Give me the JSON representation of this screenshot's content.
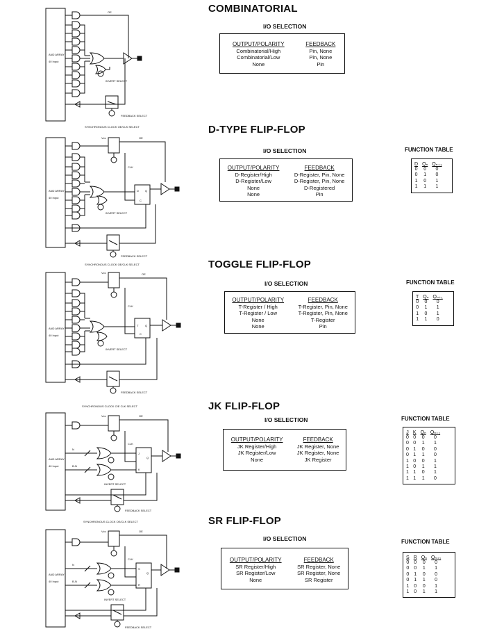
{
  "sections": [
    {
      "title": "COMBINATORIAL",
      "io_heading": "I/O SELECTION",
      "columns": [
        "OUTPUT/POLARITY",
        "FEEDBACK"
      ],
      "rows": [
        [
          "Combinatorial/High",
          "Pin, None"
        ],
        [
          "Combinatorial/Low",
          "Pin, None"
        ],
        [
          "None",
          "Pin"
        ]
      ],
      "schematic": {
        "array_label": "AND ARRAY",
        "input_label": "40 Input",
        "oe_label": "OE",
        "invert_label": "INVERT SELECT",
        "feedback_label": "FEEDBACK SELECT"
      }
    },
    {
      "title": "D-TYPE  FLIP-FLOP",
      "io_heading": "I/O SELECTION",
      "columns": [
        "OUTPUT/POLARITY",
        "FEEDBACK"
      ],
      "rows": [
        [
          "D-Register/High",
          "D-Register, Pin, None"
        ],
        [
          "D-Register/Low",
          "D-Register, Pin, None"
        ],
        [
          "None",
          "D-Registered"
        ],
        [
          "None",
          "Pin"
        ]
      ],
      "ft_heading": "FUNCTION TABLE",
      "ft_columns": [
        "D",
        "Qₙ",
        "Qₙ₊₁"
      ],
      "ft_rows": [
        [
          "0",
          "0",
          "0"
        ],
        [
          "0",
          "1",
          "0"
        ],
        [
          "1",
          "0",
          "1"
        ],
        [
          "1",
          "1",
          "1"
        ]
      ],
      "schematic": {
        "top_label": "SYNCHRONOUS CLOCK  OE/CLK SELECT",
        "vcc_label": "Vcc",
        "oe_label": "OE",
        "clk_label": "CLK",
        "array_label": "AND ARRAY",
        "input_label": "40 Input",
        "invert_label": "INVERT SELECT",
        "feedback_label": "FEEDBACK SELECT",
        "reg_pin_1": "D",
        "reg_pin_2": "Q",
        "reg_pin_3": "C"
      }
    },
    {
      "title": "TOGGLE FLIP-FLOP",
      "io_heading": "I/O SELECTION",
      "columns": [
        "OUTPUT/POLARITY",
        "FEEDBACK"
      ],
      "rows": [
        [
          "T-Register / High",
          "T-Register, Pin, None"
        ],
        [
          "T-Register / Low",
          "T-Register, Pin, None"
        ],
        [
          "None",
          "T-Register"
        ],
        [
          "None",
          "Pin"
        ]
      ],
      "ft_heading": "FUNCTION TABLE",
      "ft_columns": [
        "T",
        "Qₙ",
        "Qₙ₊₁"
      ],
      "ft_rows": [
        [
          "0",
          "0",
          "0"
        ],
        [
          "0",
          "1",
          "1"
        ],
        [
          "1",
          "0",
          "1"
        ],
        [
          "1",
          "1",
          "0"
        ]
      ],
      "schematic": {
        "top_label": "SYNCHRONOUS CLOCK  OE/CLK SELECT",
        "vcc_label": "Vcc",
        "oe_label": "OE",
        "clk_label": "CLK",
        "array_label": "AND ARRAY",
        "input_label": "40 Input",
        "invert_label": "INVERT SELECT",
        "feedback_label": "FEEDBACK SELECT",
        "reg_pin_1": "T",
        "reg_pin_2": "Q",
        "reg_pin_3": "C"
      }
    },
    {
      "title": "JK FLIP-FLOP",
      "io_heading": "I/O SELECTION",
      "columns": [
        "OUTPUT/POLARITY",
        "FEEDBACK"
      ],
      "rows": [
        [
          "JK Register/High",
          "JK Register, None"
        ],
        [
          "JK Register/Low",
          "JK Register, None"
        ],
        [
          "None",
          "JK Register"
        ]
      ],
      "ft_heading": "FUNCTION TABLE",
      "ft_columns": [
        "J",
        "K",
        "Qₙ",
        "Qₙ₊₁"
      ],
      "ft_rows": [
        [
          "0",
          "0",
          "0",
          "0"
        ],
        [
          "0",
          "0",
          "1",
          "1"
        ],
        [
          "0",
          "1",
          "0",
          "0"
        ],
        [
          "0",
          "1",
          "1",
          "0"
        ],
        [
          "1",
          "0",
          "0",
          "1"
        ],
        [
          "1",
          "0",
          "1",
          "1"
        ],
        [
          "1",
          "1",
          "0",
          "1"
        ],
        [
          "1",
          "1",
          "1",
          "0"
        ]
      ],
      "schematic": {
        "top_label": "SYNCHRONOUS CLOCK  O/E CLK SELECT",
        "vcc_label": "Vcc",
        "oe_label": "OE",
        "clk_label": "CLK",
        "array_label": "AND ARRAY",
        "input_label": "40 Input",
        "invert_label": "INVERT SELECT",
        "feedback_label": "FEEDBACK SELECT",
        "n_label": "N",
        "bn_label": "B-N",
        "reg_pin_1": "J",
        "reg_pin_2": "Q",
        "reg_pin_3": "K"
      }
    },
    {
      "title": "SR FLIP-FLOP",
      "io_heading": "I/O SELECTION",
      "columns": [
        "OUTPUT/POLARITY",
        "FEEDBACK"
      ],
      "rows": [
        [
          "SR Register/High",
          "SR Register, None"
        ],
        [
          "SR Register/Low",
          "SR Register, None"
        ],
        [
          "None",
          "SR Register"
        ]
      ],
      "ft_heading": "FUNCTION TABLE",
      "ft_columns": [
        "S",
        "R",
        "Qₙ",
        "Qₙ₊₁"
      ],
      "ft_rows": [
        [
          "0",
          "0",
          "0",
          "0"
        ],
        [
          "0",
          "0",
          "1",
          "1"
        ],
        [
          "0",
          "1",
          "0",
          "0"
        ],
        [
          "0",
          "1",
          "1",
          "0"
        ],
        [
          "1",
          "0",
          "0",
          "1"
        ],
        [
          "1",
          "0",
          "1",
          "1"
        ]
      ],
      "schematic": {
        "top_label": "SYNCHRONOUS CLOCK  OE/CLK SELECT",
        "vcc_label": "Vcc",
        "oe_label": "OE",
        "clk_label": "CLK",
        "array_label": "AND ARRAY",
        "input_label": "40 Input",
        "invert_label": "INVERT SELECT",
        "feedback_label": "FEEDBACK SELECT",
        "n_label": "N",
        "bn_label": "B-N",
        "reg_pin_1": "S",
        "reg_pin_2": "Q",
        "reg_pin_3": "R"
      }
    }
  ]
}
